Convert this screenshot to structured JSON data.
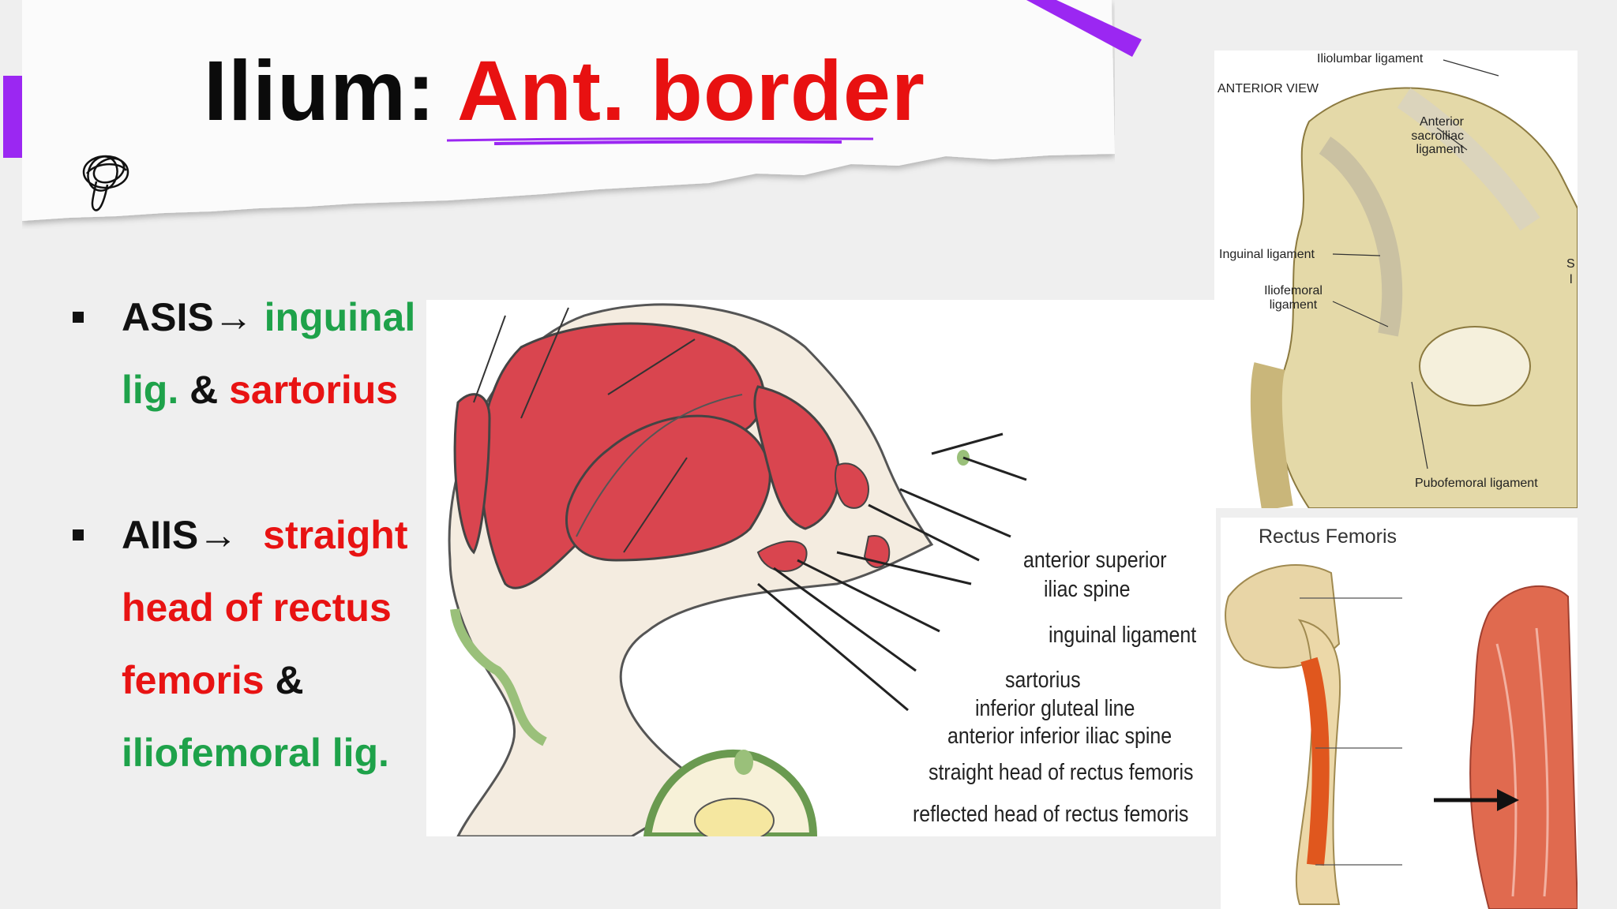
{
  "slide": {
    "title_prefix": "Ilium: ",
    "title_highlight": "Ant. border",
    "colors": {
      "accent": "#9b27f2",
      "red": "#e81313",
      "green": "#1ea24a"
    }
  },
  "bullets": [
    {
      "lead": "ASIS→ ",
      "rest1": "inguinal",
      "rest2": "lig.",
      "amp": " & ",
      "rest3": "sartorius"
    },
    {
      "lead": "AIIS→ ",
      "rest1": "straight",
      "rest2": "head of rectus",
      "rest3": "femoris",
      "amp": " &",
      "rest4": "iliofemoral lig."
    }
  ],
  "diagram": {
    "labels": {
      "asis": "anterior superior",
      "asis2": "iliac spine",
      "inguinal": "inguinal ligament",
      "sartorius": "sartorius",
      "gluteal": "inferior gluteal line",
      "aiis": "anterior inferior iliac spine",
      "straight": "straight head of rectus femoris",
      "reflected": "reflected head of rectus femoris"
    }
  },
  "panel_top": {
    "view": "ANTERIOR VIEW",
    "iliolumbar": "Iliolumbar ligament",
    "sacroiliac": [
      "Anterior",
      "sacroiliac",
      "ligament"
    ],
    "inguinal": "Inguinal ligament",
    "iliofemoral": [
      "Iliofemoral",
      "ligament"
    ],
    "pubofemoral": "Pubofemoral ligament",
    "edge1": "S",
    "edge2": "l"
  },
  "panel_bottom": {
    "title": "Rectus Femoris"
  }
}
